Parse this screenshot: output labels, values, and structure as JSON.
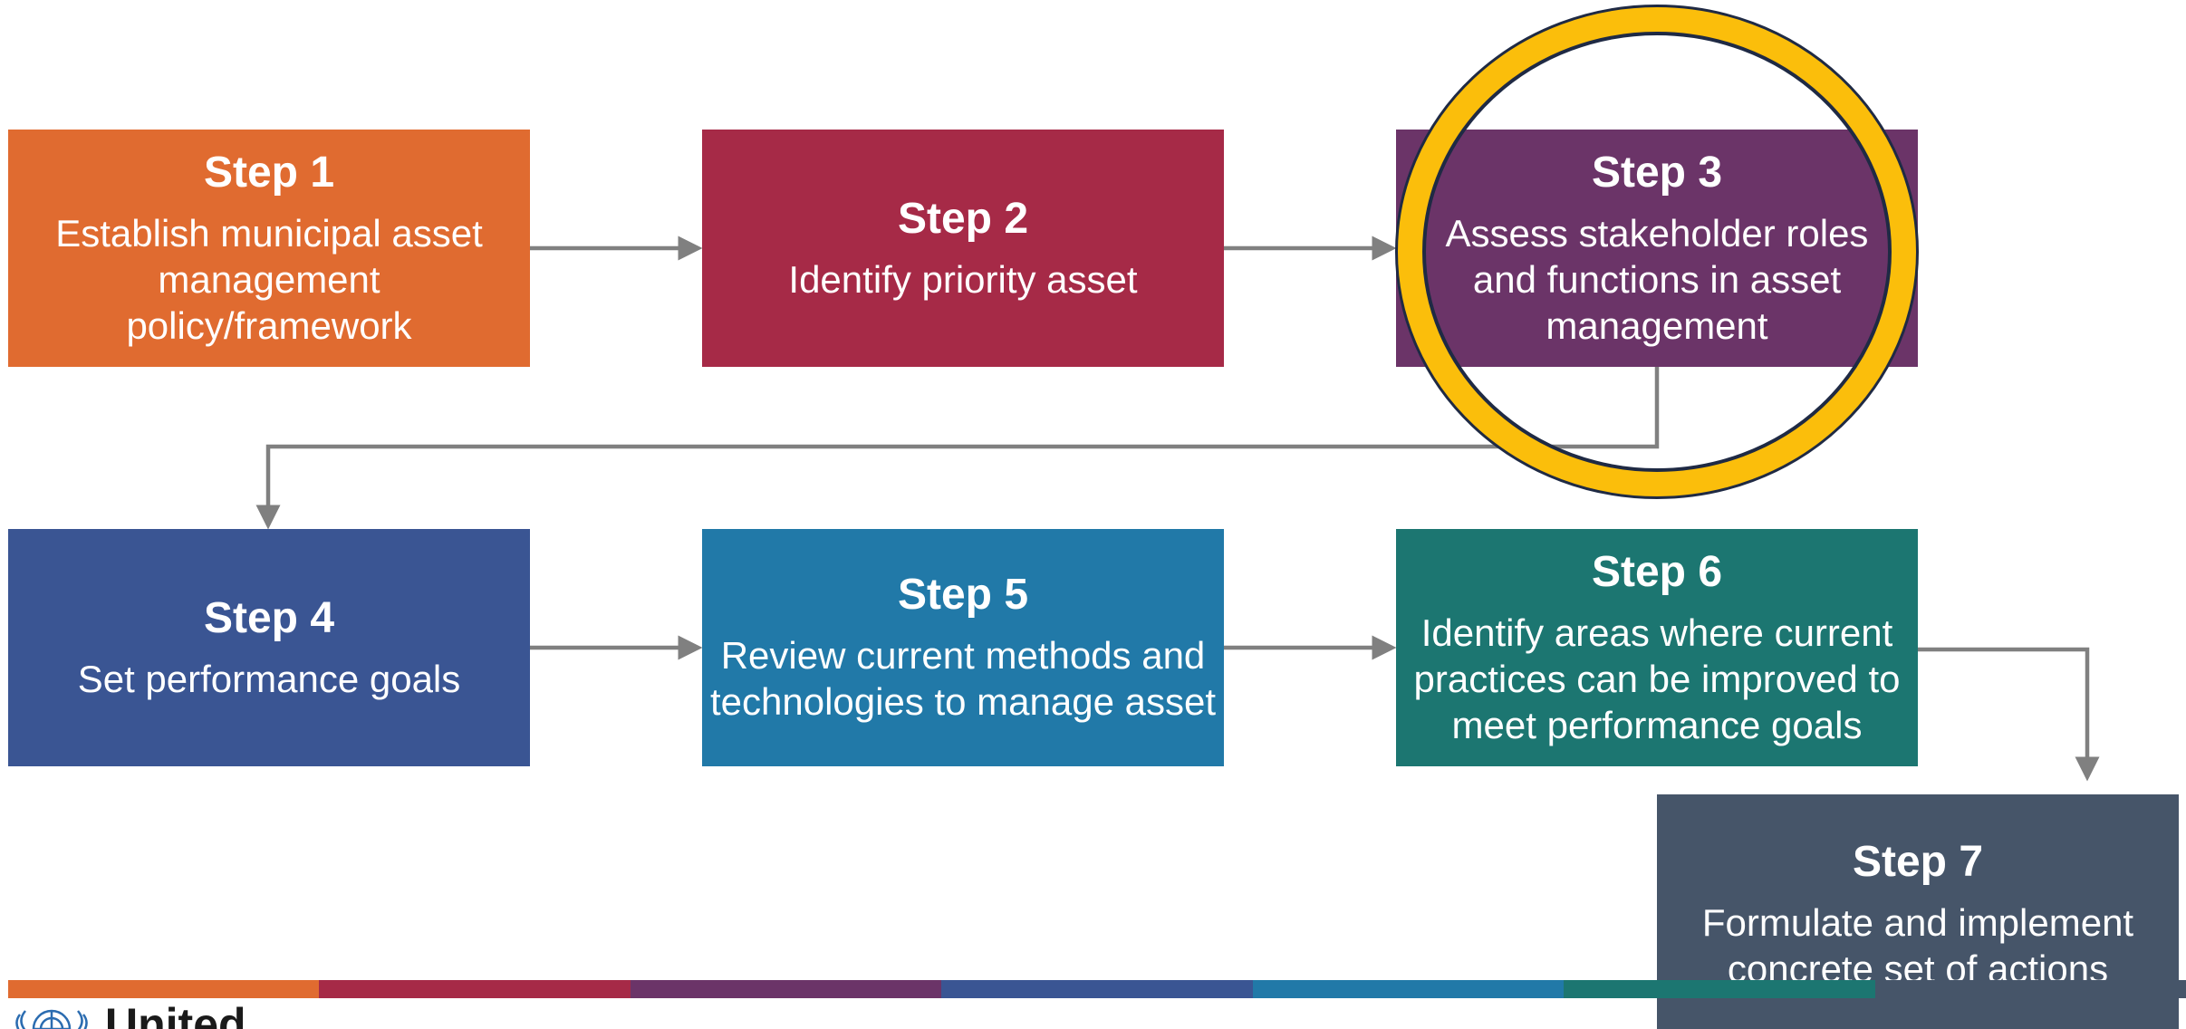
{
  "diagram": {
    "steps": [
      {
        "title": "Step 1",
        "description": "Establish municipal asset management policy/framework"
      },
      {
        "title": "Step 2",
        "description": "Identify priority asset"
      },
      {
        "title": "Step 3",
        "description": "Assess stakeholder roles and functions in asset management"
      },
      {
        "title": "Step 4",
        "description": "Set performance goals"
      },
      {
        "title": "Step 5",
        "description": "Review current methods and technologies to manage asset"
      },
      {
        "title": "Step 6",
        "description": "Identify areas where current practices can be improved to meet performance goals"
      },
      {
        "title": "Step 7",
        "description": "Formulate and implement concrete set of actions"
      }
    ],
    "highlighted_step": "Step 3",
    "highlight_color": "#fbbe0b",
    "step_colors": [
      "#e06b30",
      "#a62a47",
      "#6b3468",
      "#3a5593",
      "#2179a8",
      "#1c7671",
      "#465569"
    ],
    "connector_color": "#808080"
  },
  "footer": {
    "color_bar": [
      "#e06b30",
      "#a62a47",
      "#6b3468",
      "#3a5593",
      "#2179a8",
      "#1c7671",
      "#465569"
    ],
    "logo_text": "United",
    "logo_icon": "un-emblem-icon"
  }
}
